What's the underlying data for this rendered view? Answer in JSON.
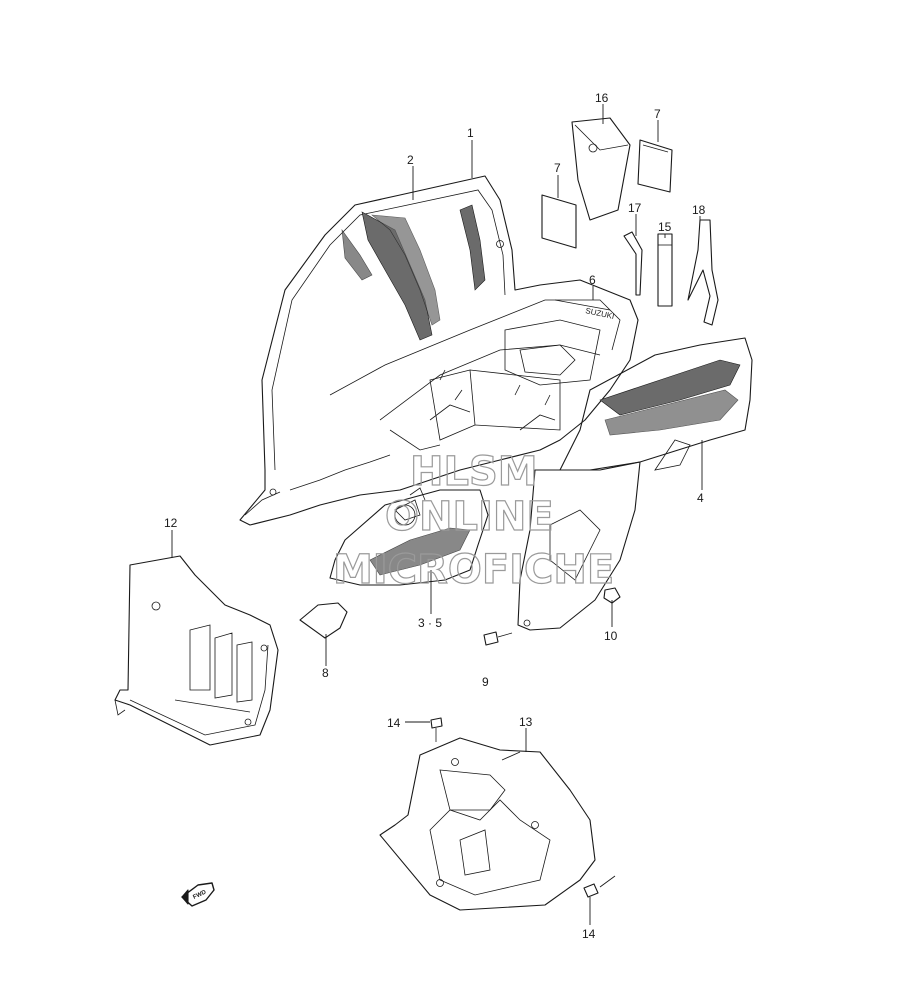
{
  "callouts": [
    {
      "id": "c1",
      "text": "1"
    },
    {
      "id": "c2",
      "text": "2"
    },
    {
      "id": "c16",
      "text": "16"
    },
    {
      "id": "c7a",
      "text": "7"
    },
    {
      "id": "c7b",
      "text": "7"
    },
    {
      "id": "c17",
      "text": "17"
    },
    {
      "id": "c15",
      "text": "15"
    },
    {
      "id": "c18",
      "text": "18"
    },
    {
      "id": "c6",
      "text": "6"
    },
    {
      "id": "c4",
      "text": "4"
    },
    {
      "id": "c12",
      "text": "12"
    },
    {
      "id": "c35",
      "text": "3 · 5"
    },
    {
      "id": "c10",
      "text": "10"
    },
    {
      "id": "c8",
      "text": "8"
    },
    {
      "id": "c9",
      "text": "9"
    },
    {
      "id": "c14a",
      "text": "14"
    },
    {
      "id": "c13",
      "text": "13"
    },
    {
      "id": "c14b",
      "text": "14"
    }
  ],
  "watermark": {
    "line1": "HLSM",
    "line2": "ONLINE",
    "line3": "MICROFICHE"
  },
  "direction_arrow": {
    "label": "FWD"
  },
  "decal_text": "SUZUKI"
}
